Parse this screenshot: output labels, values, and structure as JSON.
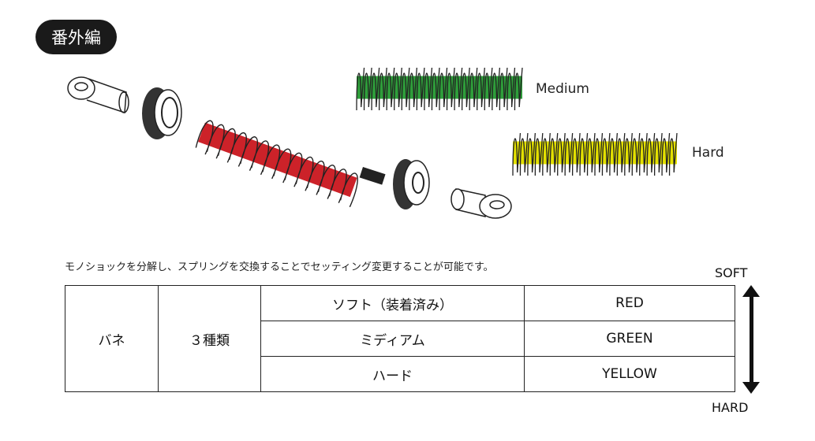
{
  "title_badge": "番外編",
  "springs": [
    {
      "label": "Medium",
      "color": "#2e9e3a"
    },
    {
      "label": "Hard",
      "color": "#e3e000"
    }
  ],
  "installed_spring_color": "#cc2229",
  "description": "モノショックを分解し、スプリングを交換することでセッティング変更することが可能です。",
  "table": {
    "part": "バネ",
    "count": "３種類",
    "rows": [
      {
        "type": "ソフト（装着済み）",
        "color": "RED"
      },
      {
        "type": "ミディアム",
        "color": "GREEN"
      },
      {
        "type": "ハード",
        "color": "YELLOW"
      }
    ]
  },
  "scale": {
    "top": "SOFT",
    "bottom": "HARD"
  }
}
